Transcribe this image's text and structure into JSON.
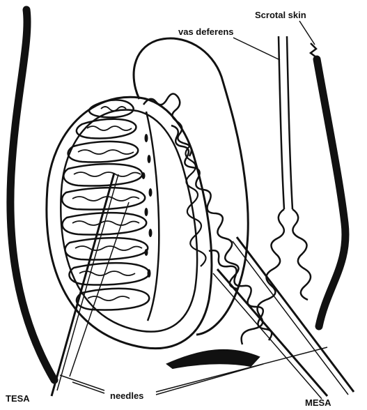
{
  "labels": {
    "scrotal_skin": "Scrotal skin",
    "vas_deferens": "vas deferens",
    "tesa": "TESA",
    "needles": "needles",
    "mesa": "MESA"
  },
  "colors": {
    "ink": "#111111",
    "background": "#ffffff"
  }
}
